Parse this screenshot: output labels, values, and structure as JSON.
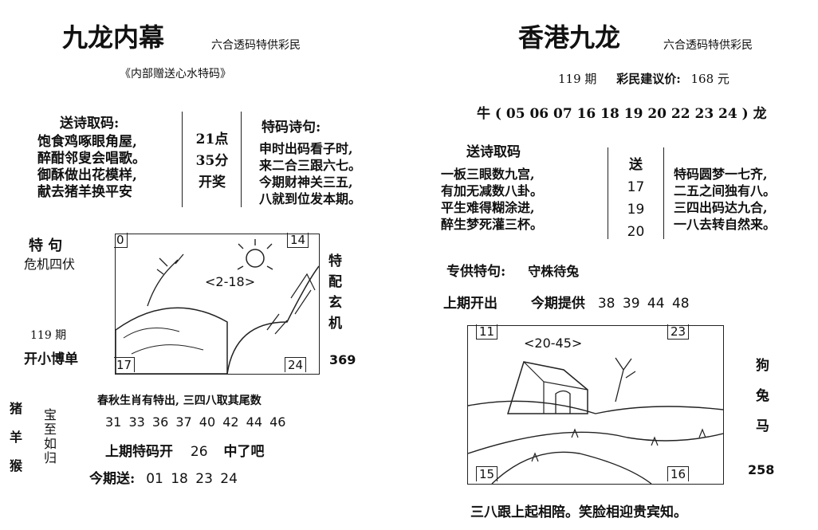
{
  "left": {
    "title": "九龙内幕",
    "subtitle": "六合透码特供彩民",
    "note": "《内部赠送心水特码》",
    "poem_heading": "送诗取码:",
    "poem_lines": [
      "饱食鸡啄眼角屋,",
      "醉酣邻叟会唱歌。",
      "御酥做出花模样,",
      "献去猪羊换平安"
    ],
    "time_lines": [
      "21点",
      "35分",
      "开奖"
    ],
    "special_poem_heading": "特码诗句:",
    "special_poem_lines": [
      "申时出码看子时,",
      "来二合三跟六七。",
      "今期财神关三五,",
      "八就到位发本期。"
    ],
    "special_phrase_label": "特 句",
    "special_phrase": "危机四伏",
    "picture_left_number": "0",
    "picture_right_number": "14",
    "picture_bottom_left_number": "17",
    "picture_bottom_right_number": "24",
    "picture_range": "<2-18>",
    "side_text": [
      "特",
      "配",
      "玄",
      "机"
    ],
    "side_number": "369",
    "period": "119 期",
    "open_note": "开小博单",
    "animals": [
      "猪",
      "羊",
      "猴"
    ],
    "treasure": [
      "宝",
      "至",
      "如",
      "归"
    ],
    "tail_note": "春秋生肖有特出, 三四八取其尾数",
    "numbers": "31 33 36 37 40 42 44 46",
    "last_open_label": "上期特码开",
    "last_open_number": "26",
    "last_open_result": "中了吧",
    "today_send_label": "今期送:",
    "today_send_numbers": "01 18 23 24"
  },
  "right": {
    "title": "香港九龙",
    "subtitle": "六合透码特供彩民",
    "period": "119 期",
    "price_label": "彩民建议价:",
    "price": "168 元",
    "ox_dragon_line": "牛 ( 05 06 07 16 18 19 20 22 23 24 ) 龙",
    "poem_heading": "送诗取码",
    "poem_lines": [
      "一板三眼数九宫,",
      "有加无减数八卦。",
      "平生难得糊涂进,",
      "醉生梦死灌三杯。"
    ],
    "send_label": "送",
    "send_numbers": [
      "17",
      "19",
      "20"
    ],
    "special_poem_lines": [
      "特码圆梦一七齐,",
      "二五之间独有八。",
      "三四出码达九合,",
      "一八去转自然来。"
    ],
    "special_phrase_label": "专供特句:",
    "special_phrase": "守株待兔",
    "last_open_label": "上期开出",
    "today_offer_label": "今期提供",
    "today_offer_numbers": "38 39 44 48",
    "picture_left_number": "11",
    "picture_right_number": "23",
    "picture_bottom_left_number": "15",
    "picture_bottom_right_number": "16",
    "picture_range": "<20-45>",
    "side_animals": [
      "狗",
      "兔",
      "马"
    ],
    "side_number": "258",
    "bottom_line": "三八跟上起相陪。笑脸相迎贵宾知。"
  }
}
